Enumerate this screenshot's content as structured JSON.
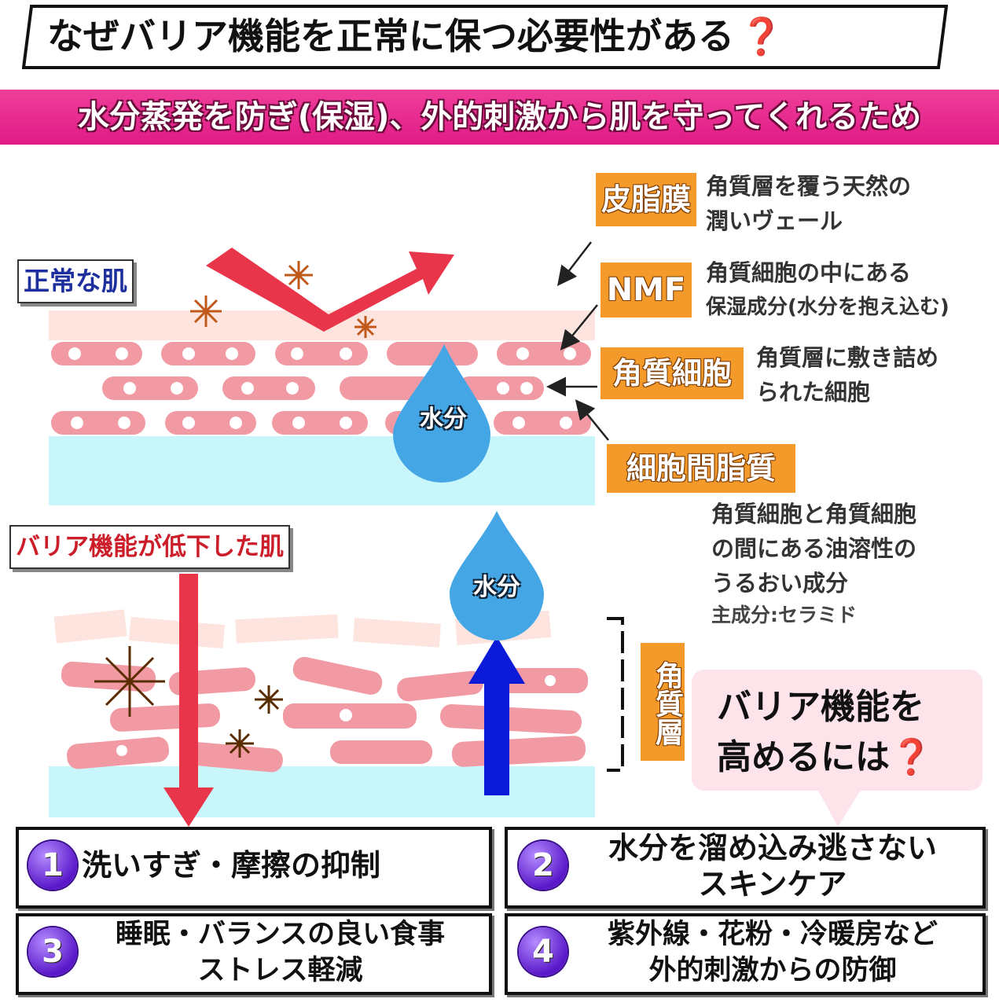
{
  "title": {
    "text": "なぜバリア機能を正常に保つ必要性がある",
    "mark": "❓"
  },
  "subtitle": "水分蒸発を防ぎ(保湿)、外的刺激から肌を守ってくれるため",
  "normal_skin": {
    "label": "正常な肌",
    "water_label": "水分"
  },
  "damaged_skin": {
    "label": "バリア機能が低下した肌",
    "water_label": "水分"
  },
  "layers": [
    {
      "tag": "皮脂膜",
      "desc_lines": [
        "角質層を覆う天然の",
        "潤いヴェール"
      ]
    },
    {
      "tag": "NMF",
      "desc_lines": [
        "角質細胞の中にある",
        "保湿成分(水分を抱え込む)"
      ]
    },
    {
      "tag": "角質細胞",
      "desc_lines": [
        "角質層に敷き詰め",
        "られた細胞"
      ]
    },
    {
      "tag": "細胞間脂質",
      "desc_lines": [
        "角質細胞と角質細胞",
        "の間にある油溶性の",
        "うるおい成分"
      ],
      "note": "主成分:セラミド"
    }
  ],
  "stratum_label": "角質層",
  "callout": {
    "line1": "バリア機能を",
    "line2": "高めるには",
    "mark": "❓"
  },
  "tips": [
    {
      "num": "1",
      "lines": [
        "洗いすぎ・摩擦の抑制"
      ]
    },
    {
      "num": "2",
      "lines": [
        "水分を溜め込み逃さない",
        "スキンケア"
      ]
    },
    {
      "num": "3",
      "lines": [
        "睡眠・バランスの良い食事",
        "ストレス軽減"
      ]
    },
    {
      "num": "4",
      "lines": [
        "紫外線・花粉・冷暖房など",
        "外的刺激からの防御"
      ]
    }
  ],
  "colors": {
    "accent_pink": "#e01b86",
    "tag_orange": "#f49a2a",
    "arrow_red": "#e8354a",
    "arrow_blue": "#0a1ad6",
    "water_blue": "#45a6e6"
  }
}
